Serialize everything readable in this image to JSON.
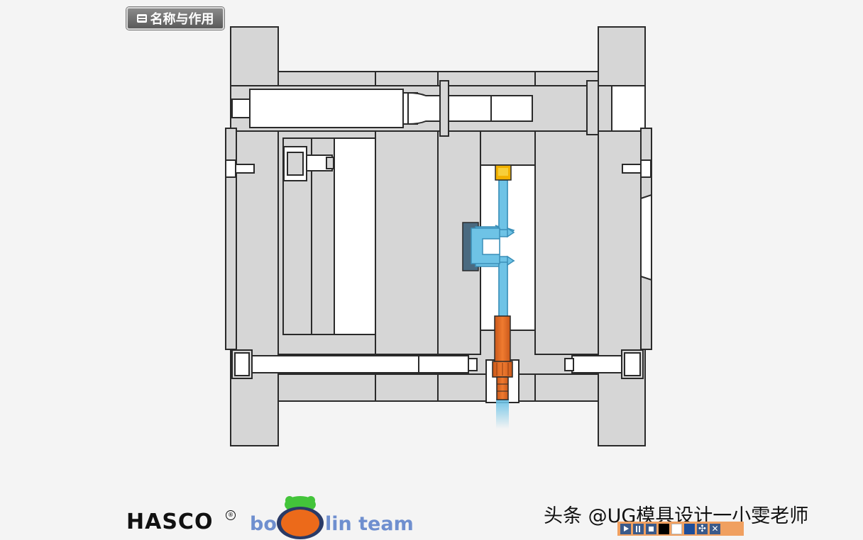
{
  "header": {
    "name_button_label": "名称与作用"
  },
  "logos": {
    "hasco": "HASCO",
    "hasco_mark": "®",
    "team_bo": "bo",
    "team_rest": "lin team"
  },
  "watermark": "头条 @UG模具设计一小雯老师",
  "player": {
    "buttons": [
      "play",
      "pause",
      "stop",
      "black-background",
      "white-background",
      "blue-background",
      "move",
      "close"
    ],
    "move_glyph": "✣",
    "close_glyph": "✕"
  },
  "colors": {
    "background": "#f4f4f4",
    "plate": "#d6d6d6",
    "cooling_channel": "#6ec3e6",
    "fitting": "#e8732a",
    "plug": "#f2b100"
  }
}
